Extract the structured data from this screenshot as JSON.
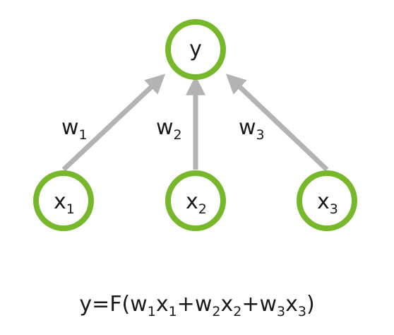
{
  "colors": {
    "node_stroke": "#76b82a",
    "edge": "#b3b3b3",
    "text": "#1a1a1a"
  },
  "nodes": {
    "output": {
      "label": "y"
    },
    "inputs": [
      {
        "base": "x",
        "sub": "1"
      },
      {
        "base": "x",
        "sub": "2"
      },
      {
        "base": "x",
        "sub": "3"
      }
    ]
  },
  "weights": [
    {
      "base": "w",
      "sub": "1"
    },
    {
      "base": "w",
      "sub": "2"
    },
    {
      "base": "w",
      "sub": "3"
    }
  ],
  "formula": {
    "prefix": "y=F(",
    "terms": [
      {
        "w_base": "w",
        "w_sub": "1",
        "x_base": "x",
        "x_sub": "1"
      },
      {
        "w_base": "w",
        "w_sub": "2",
        "x_base": "x",
        "x_sub": "2"
      },
      {
        "w_base": "w",
        "w_sub": "3",
        "x_base": "x",
        "x_sub": "3"
      }
    ],
    "plus": "+",
    "suffix": ")"
  }
}
